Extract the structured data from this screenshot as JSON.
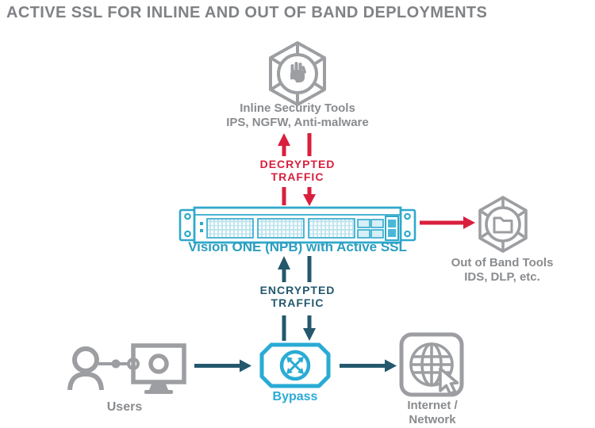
{
  "title": "ACTIVE SSL FOR INLINE AND OUT OF BAND DEPLOYMENTS",
  "colors": {
    "title_gray": "#808285",
    "icon_gray": "#9c9ea1",
    "label_gray": "#898b8e",
    "red": "#d91f3d",
    "cyan": "#29abd4",
    "teal": "#2b9ec0",
    "slate": "#24586d"
  },
  "nodes": {
    "inline_tools": {
      "label": "Inline Security Tools",
      "sublabel": "IPS, NGFW, Anti-malware",
      "icon": "hexagon-hand-icon"
    },
    "npb": {
      "label": "Vision ONE (NPB) with Active SSL",
      "icon": "packet-broker-appliance"
    },
    "oob_tools": {
      "label": "Out of Band Tools",
      "sublabel": "IDS, DLP, etc.",
      "icon": "hexagon-folder-icon"
    },
    "bypass": {
      "label": "Bypass",
      "icon": "bypass-switch-icon"
    },
    "users": {
      "label": "Users",
      "icon": "person-and-monitor-icon"
    },
    "internet": {
      "label_line1": "Internet /",
      "label_line2": "Network",
      "icon": "globe-cursor-icon"
    }
  },
  "flows": {
    "decrypted": {
      "line1": "DECRYPTED",
      "line2": "TRAFFIC"
    },
    "encrypted": {
      "line1": "ENCRYPTED",
      "line2": "TRAFFIC"
    }
  }
}
